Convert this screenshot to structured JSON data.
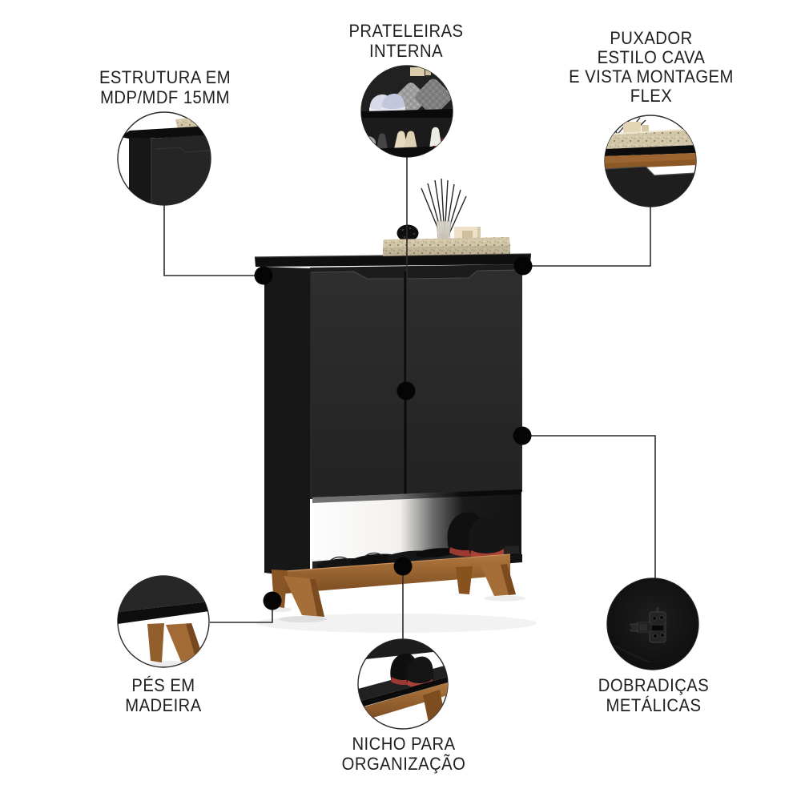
{
  "figure": {
    "kind": "product-feature-callout-diagram",
    "product_shown": "black shoe cabinet with two doors, open lower niche and wooden feet"
  },
  "colors": {
    "background": "#ffffff",
    "cabinet_black": "#262626",
    "top_board_black": "#0f0f0f",
    "wood_brown": "#9c6430",
    "marble_beige": "#d2c6a8",
    "shoe_sole_red": "#9c3a31",
    "connector_line": "#2c2c2c",
    "text": "#1f1f1f"
  },
  "callouts": {
    "estrutura": {
      "lines": [
        "ESTRUTURA EM",
        "MDP/MDF 15MM"
      ],
      "depicts": "close-up of 15mm MDP/MDF corner panel"
    },
    "prateleiras": {
      "lines": [
        "PRATELEIRAS",
        "INTERNA"
      ],
      "depicts": "internal shelves with sneakers, pillows and heels"
    },
    "puxador": {
      "lines": [
        "PUXADOR",
        "ESTILO CAVA",
        "E VISTA MONTAGEM",
        "FLEX"
      ],
      "depicts": "recessed cava-style handle and flex assembly edge"
    },
    "pes": {
      "lines": [
        "PÉS EM",
        "MADEIRA"
      ],
      "depicts": "wooden feet close-up"
    },
    "nicho": {
      "lines": [
        "NICHO PARA",
        "ORGANIZAÇÃO"
      ],
      "depicts": "open niche with sneakers on shelf"
    },
    "dobradicas": {
      "lines": [
        "DOBRADIÇAS",
        "METÁLICAS"
      ],
      "depicts": "metal hinge close-up"
    }
  }
}
